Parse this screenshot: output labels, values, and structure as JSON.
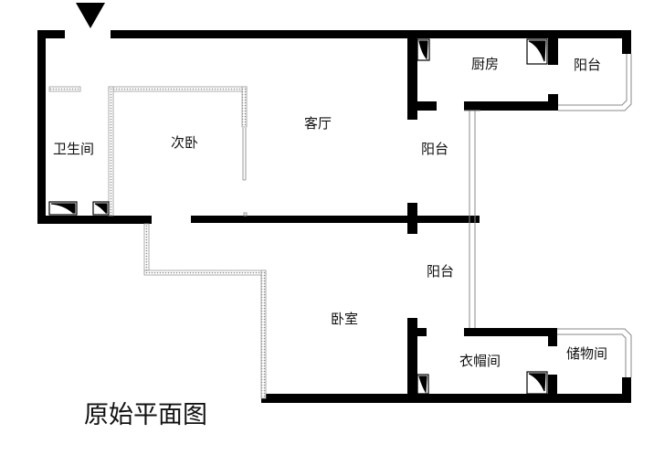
{
  "plan": {
    "title": "原始平面图",
    "rooms": {
      "bathroom": "卫生间",
      "second_bedroom": "次卧",
      "living_room": "客厅",
      "kitchen": "厨房",
      "balcony_kitchen": "阳台",
      "balcony_living": "阳台",
      "balcony_bedroom": "阳台",
      "bedroom": "卧室",
      "cloakroom": "衣帽间",
      "storage": "储物间"
    },
    "colors": {
      "wall": "#000000",
      "partition": "#9a9a9a",
      "window": "#8a8a8a",
      "background": "#ffffff"
    },
    "icons": {
      "entrance": "entrance-arrow-icon"
    }
  }
}
